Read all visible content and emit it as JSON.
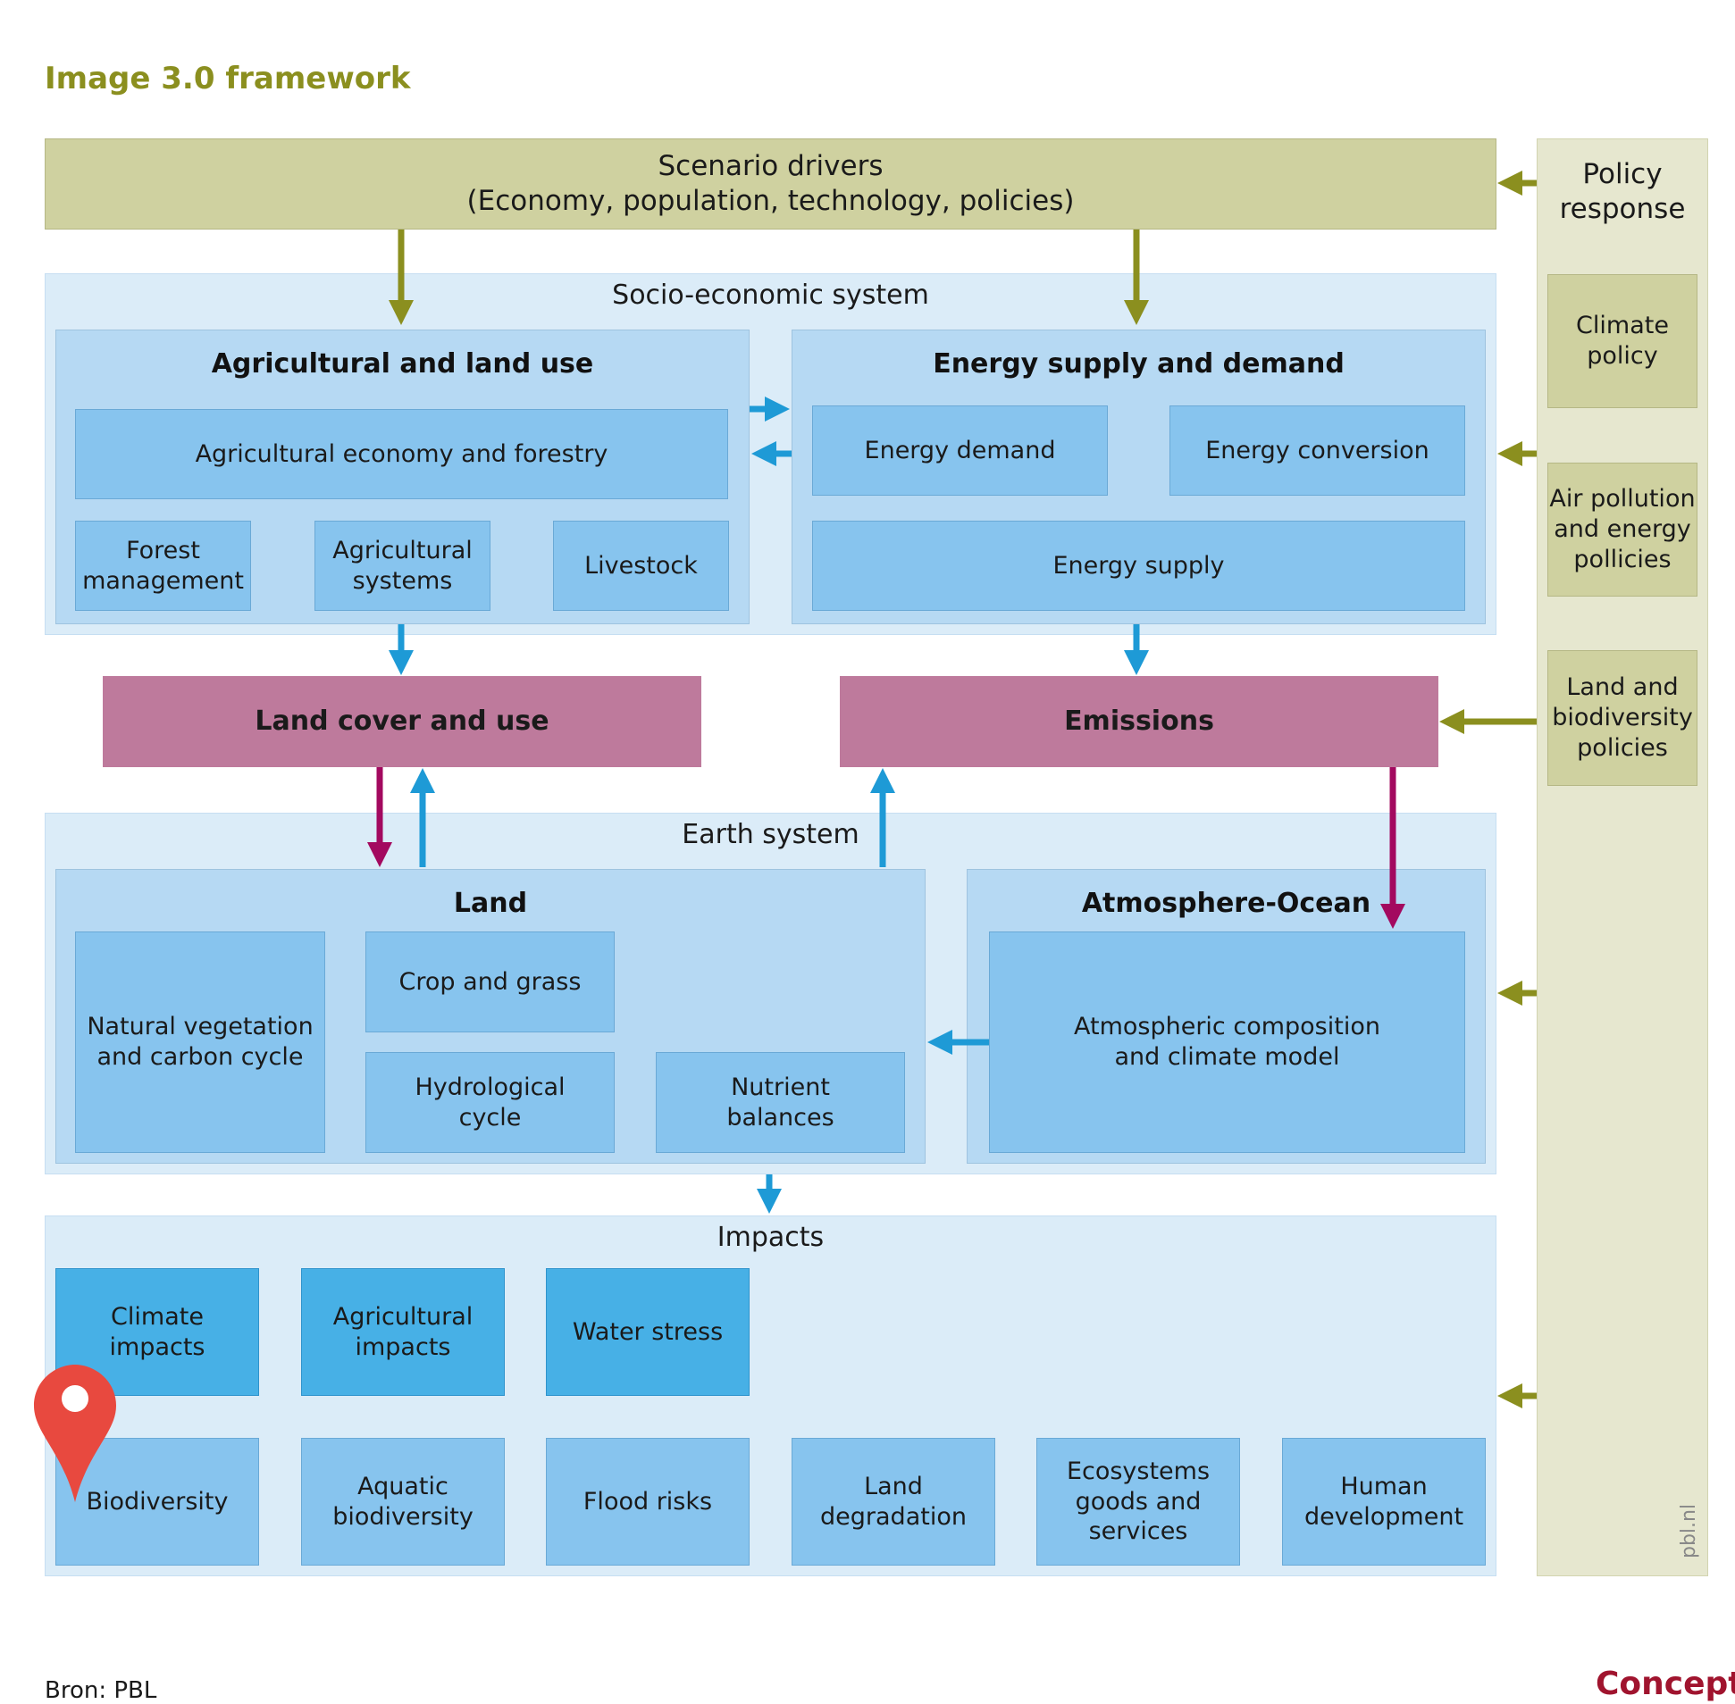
{
  "title": "Image 3.0 framework",
  "scenario_drivers": "Scenario drivers\n(Economy, population, technology, policies)",
  "policy_response": {
    "title": "Policy\nresponse",
    "items": [
      "Climate\npolicy",
      "Air pollution\nand energy\npollicies",
      "Land and\nbiodiversity\npolicies"
    ]
  },
  "socio_economic": {
    "label": "Socio-economic system",
    "agri": {
      "title": "Agricultural and land use",
      "economy": "Agricultural economy and forestry",
      "forest": "Forest\nmanagement",
      "systems": "Agricultural\nsystems",
      "livestock": "Livestock"
    },
    "energy": {
      "title": "Energy supply and demand",
      "demand": "Energy demand",
      "conversion": "Energy conversion",
      "supply": "Energy supply"
    }
  },
  "land_cover": "Land cover and use",
  "emissions": "Emissions",
  "earth_system": {
    "label": "Earth system",
    "land": {
      "title": "Land",
      "natural": "Natural vegetation\nand carbon cycle",
      "crop": "Crop and grass",
      "hydro": "Hydrological\ncycle",
      "nutrient": "Nutrient\nbalances"
    },
    "atmos": {
      "title": "Atmosphere-Ocean",
      "model": "Atmospheric composition\nand climate model"
    }
  },
  "impacts": {
    "label": "Impacts",
    "row1": [
      "Climate\nimpacts",
      "Agricultural\nimpacts",
      "Water stress"
    ],
    "row2": [
      "Biodiversity",
      "Aquatic\nbiodiversity",
      "Flood risks",
      "Land\ndegradation",
      "Ecosystems\ngoods and\nservices",
      "Human\ndevelopment"
    ]
  },
  "source": "Bron: PBL",
  "concept": "Concept",
  "watermark": "pbl.nl",
  "colors": {
    "olive": "#8b8f1f",
    "blue_arrow": "#1e9ad6",
    "magenta_arrow": "#a3095f",
    "pin": "#e8493f"
  },
  "icons": [
    "map-pin-icon"
  ]
}
